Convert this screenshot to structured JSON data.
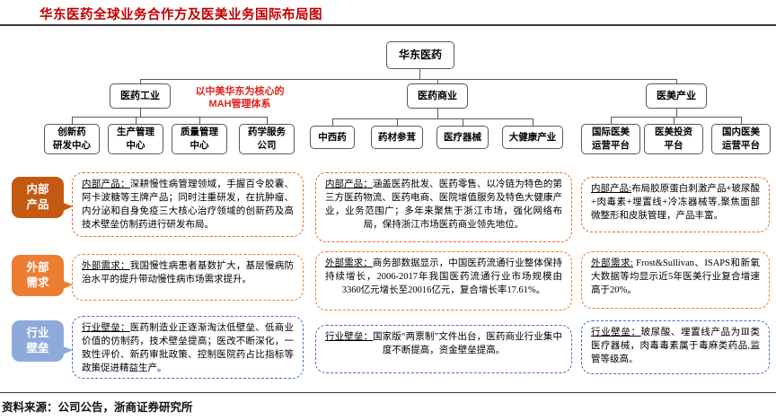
{
  "title": "华东医药全球业务合作方及医美业务国际布局图",
  "source_line": "资料来源：公司公告，浙商证券研究所",
  "root_label": "华东医药",
  "mah_note": {
    "line1": "以中美华东为核心的",
    "line2": "MAH管理体系"
  },
  "branches": {
    "industry": {
      "label": "医药工业",
      "leaves": [
        {
          "l1": "创新药",
          "l2": "研发中心"
        },
        {
          "l1": "生产管理",
          "l2": "中心"
        },
        {
          "l1": "质量管理",
          "l2": "中心"
        },
        {
          "l1": "药学服务",
          "l2": "公司"
        }
      ]
    },
    "commerce": {
      "label": "医药商业",
      "leaves": [
        {
          "l1": "中西药"
        },
        {
          "l1": "药材参茸"
        },
        {
          "l1": "医疗器械"
        },
        {
          "l1": "大健康产业"
        }
      ]
    },
    "aesthetics": {
      "label": "医美产业",
      "leaves": [
        {
          "l1": "国际医美",
          "l2": "运营平台"
        },
        {
          "l1": "医美投资",
          "l2": "平台"
        },
        {
          "l1": "国内医美",
          "l2": "运营平台"
        }
      ]
    }
  },
  "rows": [
    {
      "bubble_line1": "内部",
      "bubble_line2": "产品",
      "cells": [
        {
          "lead": "内部产品：",
          "body": "深耕慢性病管理领域，手握百令胶囊、阿卡波糖等王牌产品；同时注重研发，在抗肿瘤、内分泌和自身免疫三大核心治疗领域的创新药及高技术壁垒仿制药进行研发布局。"
        },
        {
          "lead": "内部产品：",
          "body": "涵盖医药批发、医药零售、以冷链为特色的第三方医药物流、医药电商、医院增值服务及特色大健康产业，业务范围广；多年来聚焦于浙江市场，强化网络布局，保持浙江市场医药商业领先地位。"
        },
        {
          "lead": "内部产品:",
          "body": "布局胶原蛋白刺激产品+玻尿酸+肉毒素+埋置线+冷冻器械等,聚焦面部微整形和皮肤管理，产品丰富。"
        }
      ]
    },
    {
      "bubble_line1": "外部",
      "bubble_line2": "需求",
      "cells": [
        {
          "lead": "外部需求：",
          "body": "我国慢性病患者基数扩大，基层慢病防治水平的提升带动慢性病市场需求提升。"
        },
        {
          "lead": "外部需求：",
          "body": "商务部数据显示，中国医药流通行业整体保持持续增长，2006-2017年我国医药流通行业市场规模由3360亿元增长至20016亿元，复合增长率17.61%。"
        },
        {
          "lead": "外部需求:",
          "body": "Frost&Sullivan、ISAPS和新氧大数据等均显示近5年医美行业复合增速高于20%。"
        }
      ]
    },
    {
      "bubble_line1": "行业",
      "bubble_line2": "壁垒",
      "cells": [
        {
          "lead": "行业壁垒：",
          "body": "医药制造业正逐渐淘汰低壁垒、低商业价值的仿制药，技术壁垒提高；医改不断深化，一致性评价、新药审批政策、控制医院药占比指标等政策促进精益生产。"
        },
        {
          "lead": "行业壁垒：",
          "body": "国家版“两票制”文件出台，医药商业行业集中度不断提高，资金壁垒提高。"
        },
        {
          "lead": "行业壁垒：",
          "body": "玻尿酸、埋置线产品为Ⅲ类医疗器械，肉毒毒素属于毒麻类药品,监管等级高。"
        }
      ]
    }
  ],
  "colors": {
    "title_red": "#c00000",
    "note_red": "#e0231c",
    "bubble_internal": "#c45911",
    "bubble_external": "#ed7d31",
    "bubble_barrier": "#8eaadb",
    "dash_orange": "#ed7d31",
    "dash_blue": "#4472c4",
    "line_gray": "#595959"
  }
}
